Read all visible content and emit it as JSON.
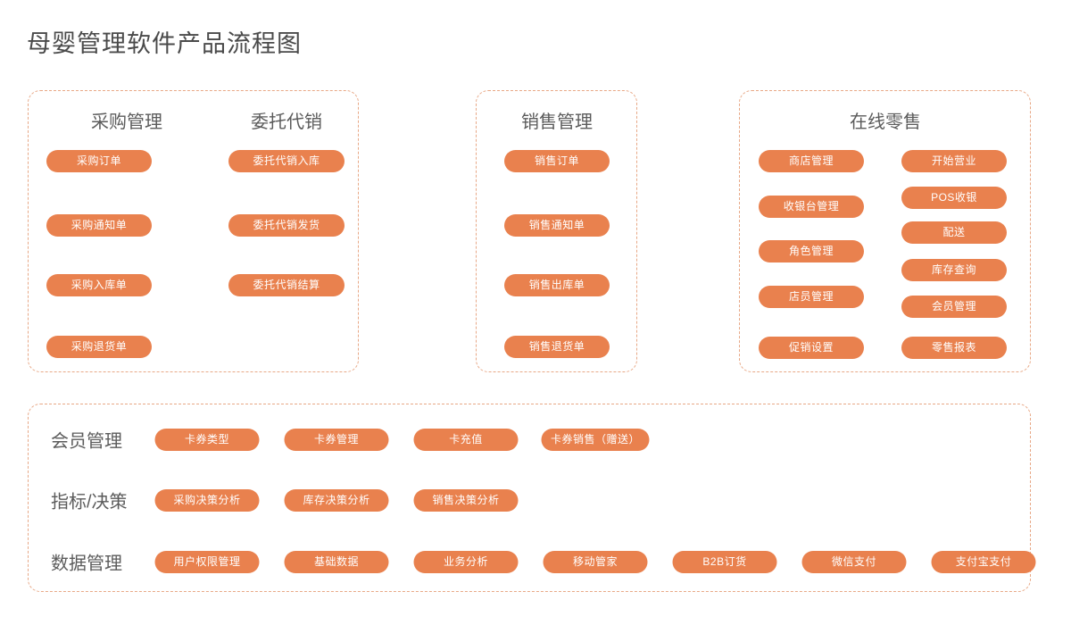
{
  "page": {
    "title": "母婴管理软件产品流程图",
    "accent_color": "#e9814e",
    "panel_border_color": "#e8a886",
    "heading_color": "#5b5b5b",
    "background_color": "#ffffff"
  },
  "panels": [
    {
      "id": "purchase",
      "columns": [
        {
          "header": "采购管理",
          "items": [
            "采购订单",
            "采购通知单",
            "采购入库单",
            "采购退货单"
          ]
        },
        {
          "header": "委托代销",
          "items": [
            "委托代销入库",
            "委托代销发货",
            "委托代销结算"
          ]
        }
      ]
    },
    {
      "id": "sales",
      "columns": [
        {
          "header": "销售管理",
          "items": [
            "销售订单",
            "销售通知单",
            "销售出库单",
            "销售退货单"
          ]
        }
      ]
    },
    {
      "id": "retail",
      "header": "在线零售",
      "columns": [
        {
          "header": "",
          "items": [
            "商店管理",
            "收银台管理",
            "角色管理",
            "店员管理",
            "促销设置"
          ]
        },
        {
          "header": "",
          "items": [
            "开始营业",
            "POS收银",
            "配送",
            "库存查询",
            "会员管理",
            "零售报表"
          ]
        }
      ]
    }
  ],
  "platform": {
    "rows": [
      {
        "label": "会员管理",
        "items": [
          "卡券类型",
          "卡券管理",
          "卡充值",
          "卡券销售（赠送）"
        ]
      },
      {
        "label": "指标/决策",
        "items": [
          "采购决策分析",
          "库存决策分析",
          "销售决策分析"
        ]
      },
      {
        "label": "数据管理",
        "items": [
          "用户权限管理",
          "基础数据",
          "业务分析",
          "移动管家",
          "B2B订货",
          "微信支付",
          "支付宝支付"
        ]
      }
    ]
  }
}
